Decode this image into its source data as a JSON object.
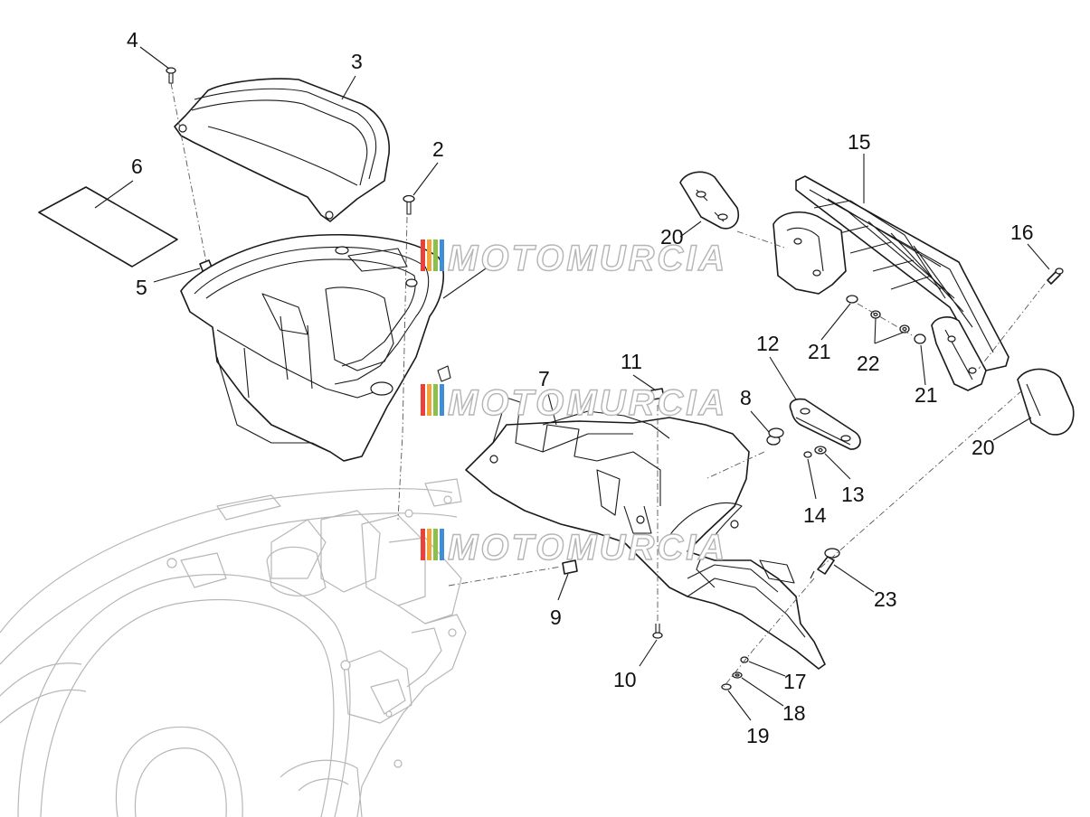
{
  "callouts": {
    "c2": "2",
    "c3": "3",
    "c4": "4",
    "c5": "5",
    "c6": "6",
    "c7": "7",
    "c8": "8",
    "c9": "9",
    "c10": "10",
    "c11": "11",
    "c12": "12",
    "c13": "13",
    "c14": "14",
    "c15": "15",
    "c16": "16",
    "c17": "17",
    "c18": "18",
    "c19": "19",
    "c20a": "20",
    "c20b": "20",
    "c21a": "21",
    "c21b": "21",
    "c22": "22",
    "c23": "23"
  },
  "watermark": {
    "text": "MOTOMURCIA",
    "colors": [
      "#e8423a",
      "#f2a33a",
      "#8cc04b",
      "#3f8fd2"
    ]
  }
}
